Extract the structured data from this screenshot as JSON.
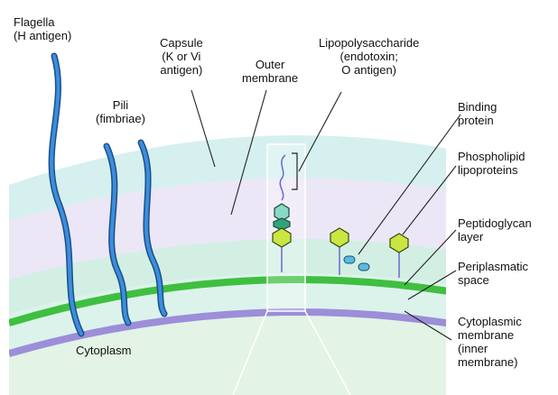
{
  "labels": {
    "flagella": "Flagella\n(H antigen)",
    "pili": "Pili\n(fimbriae)",
    "capsule": "Capsule\n(K or Vi\nantigen)",
    "outer_membrane": "Outer\nmembrane",
    "lps": "Lipopolysaccharide\n(endotoxin;\nO antigen)",
    "binding_protein": "Binding\nprotein",
    "phospholipid": "Phospholipid\nlipoproteins",
    "peptidoglycan": "Peptidoglycan\nlayer",
    "periplasmic": "Periplasmatic\nspace",
    "cytoplasmic": "Cytoplasmic\nmembrane\n(inner\nmembrane)",
    "cytoplasm": "Cytoplasm"
  },
  "colors": {
    "capsule": "#d6f0ef",
    "outer_membrane_zone": "#ece7f7",
    "periplasm": "#d3efe3",
    "peptidoglycan": "#3fbf3f",
    "inner_membrane": "#9c8ed9",
    "cytoplasm": "#e3f3e5",
    "flagella": "#2d7fd0",
    "lipoprotein": "#c9e642",
    "binding_protein": "#59b9de"
  }
}
